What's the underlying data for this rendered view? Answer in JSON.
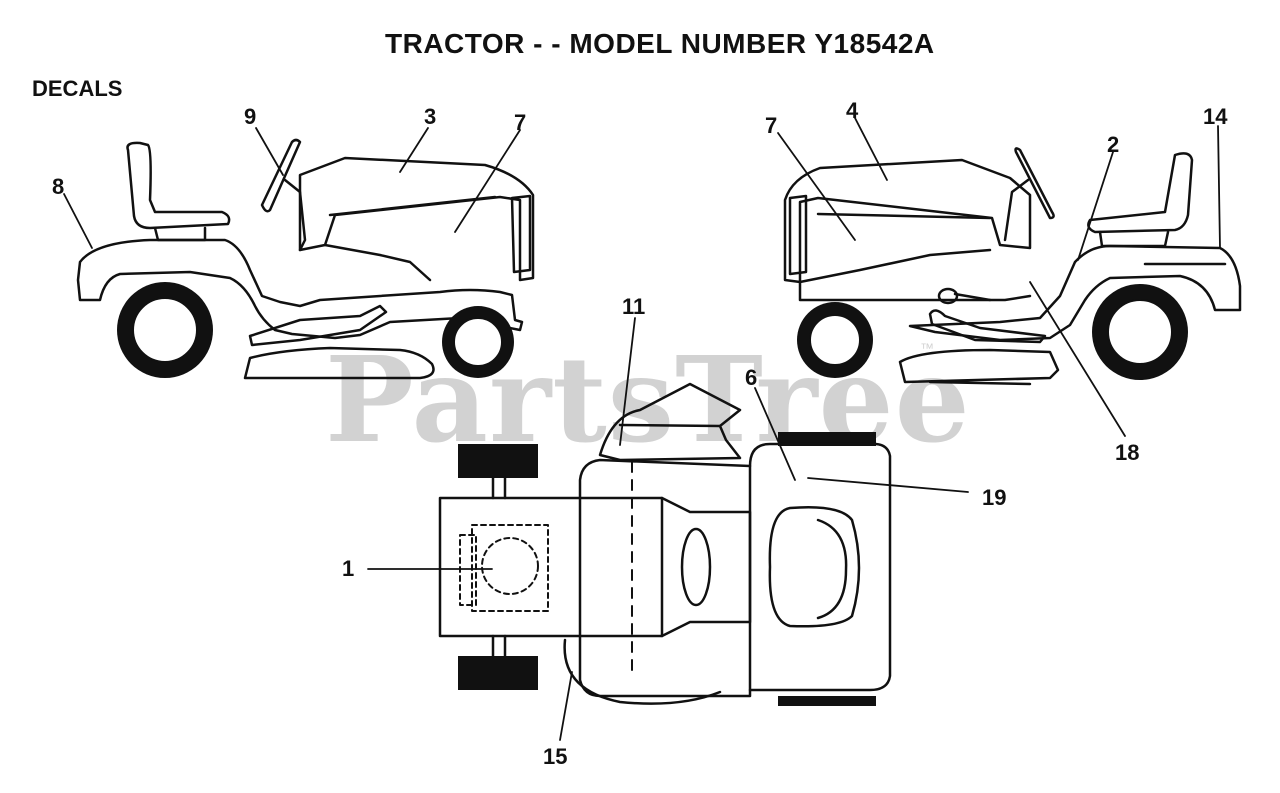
{
  "diagram": {
    "title": "TRACTOR - - MODEL NUMBER Y18542A",
    "section_label": "DECALS",
    "watermark": "PartsTree",
    "watermark_mark": "™",
    "callouts": {
      "c9": "9",
      "c3": "3",
      "c7_left": "7",
      "c8": "8",
      "c7_right": "7",
      "c4": "4",
      "c2": "2",
      "c14": "14",
      "c18": "18",
      "c11": "11",
      "c6": "6",
      "c19": "19",
      "c1": "1",
      "c15": "15"
    },
    "colors": {
      "ink": "#111111",
      "watermark": "#d2d2d2"
    }
  }
}
